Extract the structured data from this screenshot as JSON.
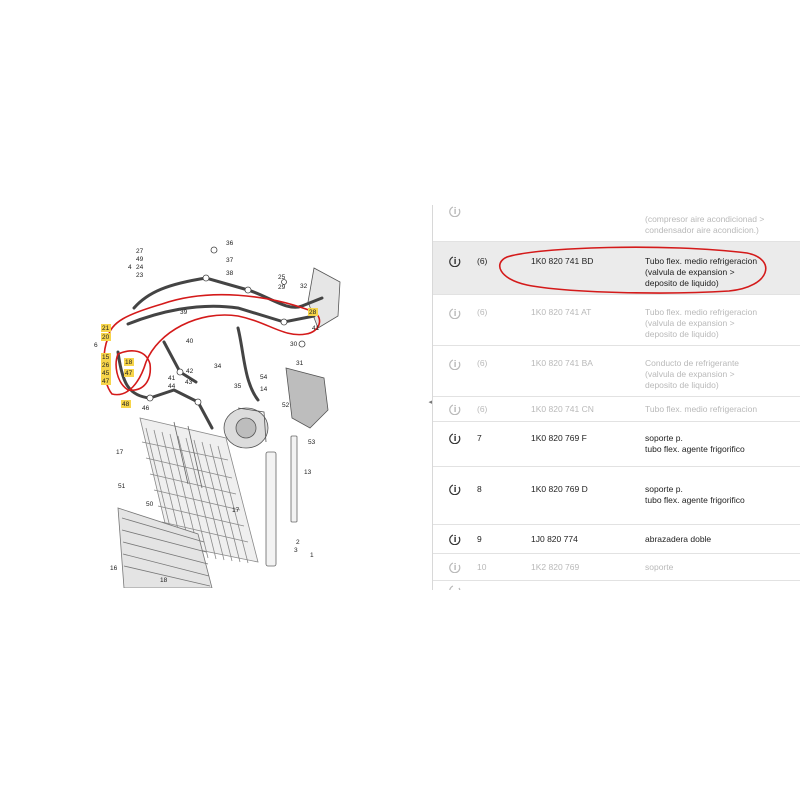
{
  "colors": {
    "highlight_ring": "#d41a1a",
    "callout_highlight": "#f7d54a",
    "selected_row_bg": "#ebebeb",
    "dim_text": "#b9b9b9"
  },
  "diagram": {
    "callouts": {
      "c36": "36",
      "c27": "27",
      "c49": "49",
      "c24": "24",
      "c23": "23",
      "c4": "4",
      "c37": "37",
      "c38": "38",
      "c25": "25",
      "c29": "29",
      "c32": "32",
      "c21": "21",
      "c20": "20",
      "c6": "6",
      "c15": "15",
      "c26": "26",
      "c45": "45",
      "c47": "47",
      "c48": "48",
      "c18b": "18",
      "c47b": "47",
      "c46": "46",
      "c39": "39",
      "c40": "40",
      "c42": "42",
      "c43": "43",
      "c44": "44",
      "c41": "41",
      "c34": "34",
      "c35": "35",
      "c54": "54",
      "c14": "14",
      "c28": "28",
      "c31": "31",
      "c30": "30",
      "c41b": "41",
      "c52": "52",
      "c53": "53",
      "c13": "13",
      "c17": "17",
      "c51": "51",
      "c50": "50",
      "c17b": "17",
      "c2": "2",
      "c3": "3",
      "c1": "1",
      "c16": "16",
      "c18": "18"
    }
  },
  "parts": [
    {
      "pos": "",
      "number": "",
      "description": "(compresor aire acondicionad >\n condensador aire acondicion.)",
      "state": "dim"
    },
    {
      "pos": "(6)",
      "number": "1K0 820 741 BD",
      "description": "Tubo flex. medio refrigeracion\n(valvula de expansion >\n deposito de liquido)",
      "state": "selected"
    },
    {
      "pos": "(6)",
      "number": "1K0 820 741 AT",
      "description": "Tubo flex. medio refrigeracion\n(valvula de expansion >\n deposito de liquido)",
      "state": "dim"
    },
    {
      "pos": "(6)",
      "number": "1K0 820 741 BA",
      "description": "Conducto de refrigerante\n (valvula de expansion >\n deposito de liquido)",
      "state": "dim"
    },
    {
      "pos": "(6)",
      "number": "1K0 820 741 CN",
      "description": "Tubo flex. medio refrigeracion",
      "state": "dim"
    },
    {
      "pos": "7",
      "number": "1K0 820 769 F",
      "description": "soporte p.\ntubo flex. agente frigorifico",
      "state": "normal"
    },
    {
      "pos": "8",
      "number": "1K0 820 769 D",
      "description": "soporte p.\ntubo flex. agente frigorifico",
      "state": "normal"
    },
    {
      "pos": "9",
      "number": "1J0 820 774",
      "description": "abrazadera doble",
      "state": "normal"
    },
    {
      "pos": "10",
      "number": "1K2 820 769",
      "description": "soporte",
      "state": "dim"
    }
  ]
}
